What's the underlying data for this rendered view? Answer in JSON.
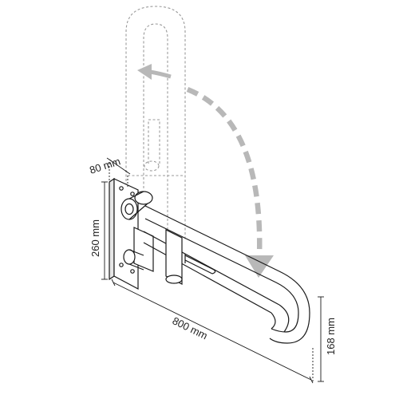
{
  "dimensions": {
    "depth": "80 mm",
    "height": "260 mm",
    "length": "800 mm",
    "width": "168 mm"
  },
  "colors": {
    "line": "#1a1a1a",
    "dashed_outline": "#9a9a9a",
    "arrow": "#b8b8b8",
    "shade": "#e6e6e6"
  },
  "icons": {
    "rotation_arrow": "curved-dashed-arrow"
  }
}
